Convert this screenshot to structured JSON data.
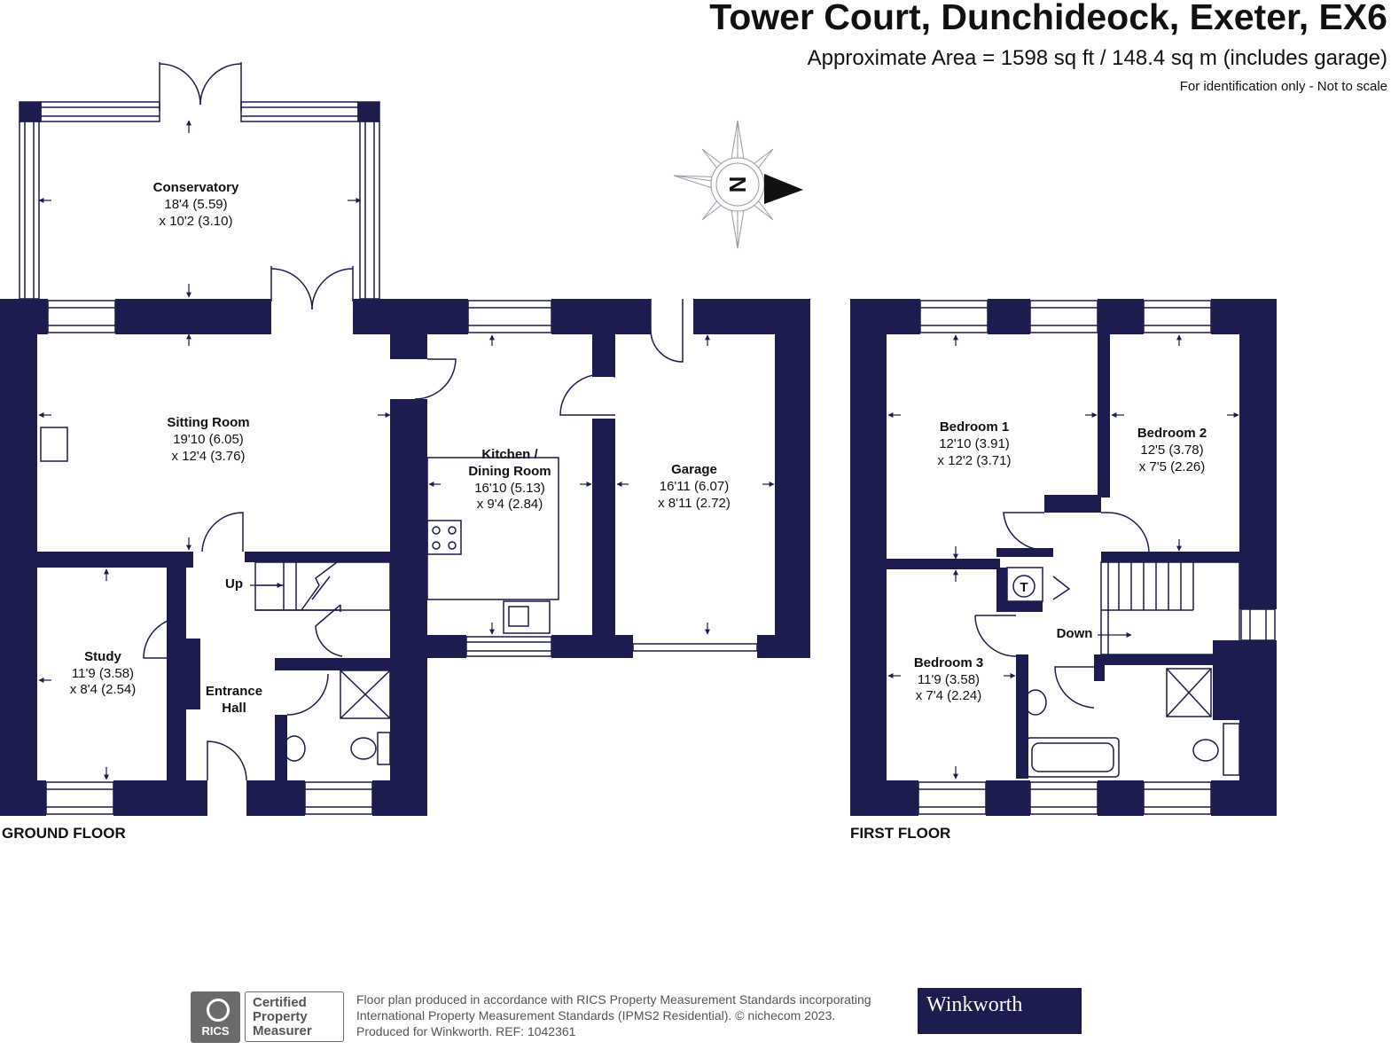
{
  "header": {
    "title": "Tower Court, Dunchideock, Exeter, EX6",
    "area": "Approximate Area = 1598 sq ft / 148.4 sq m (includes garage)",
    "note": "For identification only - Not to scale"
  },
  "compass": {
    "letter": "N"
  },
  "floors": {
    "ground": "GROUND FLOOR",
    "first": "FIRST FLOOR"
  },
  "rooms": {
    "conservatory": {
      "name": "Conservatory",
      "dim1": "18'4 (5.59)",
      "dim2": "x 10'2 (3.10)"
    },
    "sitting": {
      "name": "Sitting Room",
      "dim1": "19'10 (6.05)",
      "dim2": "x 12'4 (3.76)"
    },
    "kitchen": {
      "name1": "Kitchen /",
      "name2": "Dining Room",
      "dim1": "16'10 (5.13)",
      "dim2": "x 9'4 (2.84)"
    },
    "garage": {
      "name": "Garage",
      "dim1": "16'11 (6.07)",
      "dim2": "x 8'11 (2.72)"
    },
    "study": {
      "name": "Study",
      "dim1": "11'9 (3.58)",
      "dim2": "x 8'4 (2.54)"
    },
    "entrance": {
      "name1": "Entrance",
      "name2": "Hall"
    },
    "bedroom1": {
      "name": "Bedroom 1",
      "dim1": "12'10 (3.91)",
      "dim2": "x 12'2 (3.71)"
    },
    "bedroom2": {
      "name": "Bedroom 2",
      "dim1": "12'5 (3.78)",
      "dim2": "x 7'5 (2.26)"
    },
    "bedroom3": {
      "name": "Bedroom 3",
      "dim1": "11'9 (3.58)",
      "dim2": "x 7'4 (2.24)"
    }
  },
  "stairs": {
    "up": "Up",
    "down": "Down",
    "tank": "T"
  },
  "colors": {
    "wall": "#1c1c4e",
    "line": "#1c1c4e"
  },
  "footer": {
    "rics": "RICS",
    "cert1": "Certified",
    "cert2": "Property",
    "cert3": "Measurer",
    "line1": "Floor plan produced in accordance with RICS Property Measurement Standards incorporating",
    "line2": "International Property Measurement Standards (IPMS2 Residential).  © nichecom 2023.",
    "line3": "Produced for Winkworth.   REF: 1042361",
    "brand": "Winkworth"
  }
}
